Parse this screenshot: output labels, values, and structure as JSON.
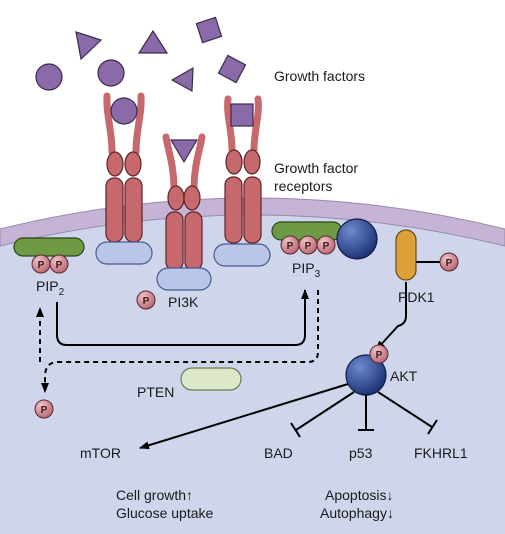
{
  "labels": {
    "growth_factors": "Growth factors",
    "receptors_line1": "Growth factor",
    "receptors_line2": "receptors",
    "pip2": "PIP",
    "pip2_sub": "2",
    "pip3": "PIP",
    "pip3_sub": "3",
    "pi3k": "PI3K",
    "pdk1": "PDK1",
    "pten": "PTEN",
    "akt": "AKT",
    "mtor": "mTOR",
    "bad": "BAD",
    "p53": "p53",
    "fkhrl1": "FKHRL1",
    "cell_growth": "Cell growth↑",
    "glucose_uptake": "Glucose uptake",
    "apoptosis": "Apoptosis↓",
    "autophagy": "Autophagy↓",
    "phosphate": "P"
  },
  "colors": {
    "ligand": "#8a6aa8",
    "cell": "#cfd6ec",
    "membrane": "#c5b4d6",
    "receptor": "#c7686c",
    "pi3k_subunit": "#b9c6ea",
    "pip_bar": "#6f9a45",
    "phosphate": "#c47c86",
    "akt": "#25418c",
    "pdk1": "#dba23c",
    "pten": "#dce8c8"
  }
}
